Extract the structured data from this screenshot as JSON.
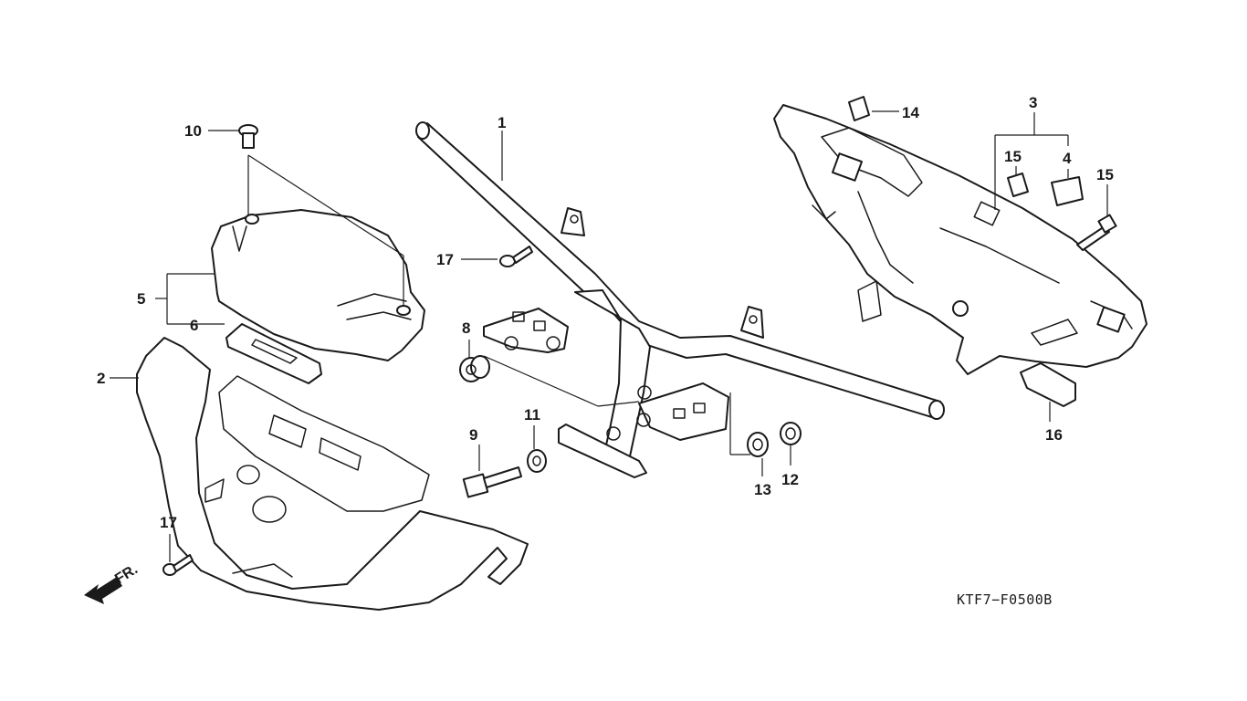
{
  "diagram": {
    "drawing_code": "KTF7−F0500B",
    "direction_label": "FR.",
    "callouts": [
      "1",
      "2",
      "3",
      "4",
      "5",
      "6",
      "8",
      "9",
      "10",
      "11",
      "12",
      "13",
      "14",
      "15",
      "15",
      "16",
      "17",
      "17"
    ]
  },
  "colors": {
    "ink": "#1a1a1a",
    "background": "#ffffff"
  }
}
